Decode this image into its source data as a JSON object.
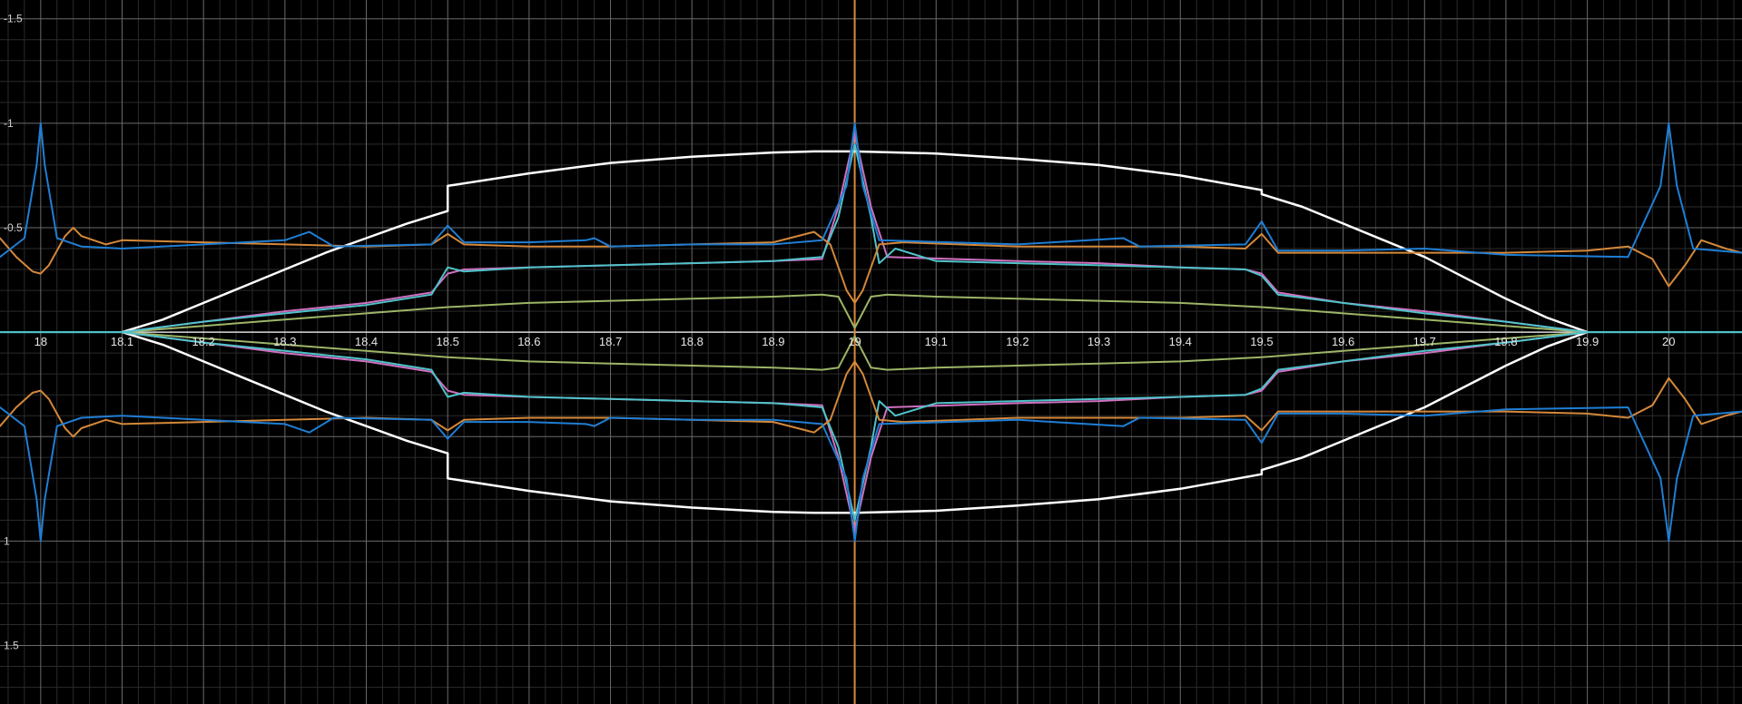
{
  "chart_data": {
    "type": "line",
    "title": "",
    "xlabel": "",
    "ylabel": "",
    "xlim": [
      17.95,
      20.09
    ],
    "ylim": [
      -1.78,
      1.59
    ],
    "grid": true,
    "x_ticks": [
      "18",
      "18.1",
      "18.2",
      "18.3",
      "18.4",
      "18.5",
      "18.6",
      "18.7",
      "18.8",
      "18.9",
      "19",
      "19.1",
      "19.2",
      "19.3",
      "19.4",
      "19.5",
      "19.6",
      "19.7",
      "19.8",
      "19.9",
      "20"
    ],
    "y_ticks": [
      "-1.5",
      "-1",
      "-0.5",
      "1",
      "1.5"
    ],
    "y_tick_values": [
      1.5,
      1,
      0.5,
      -1,
      -1.5
    ],
    "vertical_marker": {
      "x": 19,
      "color": "#d88a3c"
    },
    "colors": {
      "background": "#000000",
      "grid_minor": "#2b2b2b",
      "grid_major": "#6a6a6a",
      "axis": "#d8d8d8",
      "white": "#ffffff",
      "blue": "#1f7ed4",
      "orange": "#d4883a",
      "magenta": "#d070c0",
      "cyan": "#4fc3c9",
      "green": "#9cb566"
    },
    "series": [
      {
        "color": "white",
        "symmetric": true,
        "points": [
          [
            18.1,
            0.0
          ],
          [
            18.15,
            0.06
          ],
          [
            18.2,
            0.14
          ],
          [
            18.25,
            0.22
          ],
          [
            18.3,
            0.3
          ],
          [
            18.35,
            0.38
          ],
          [
            18.4,
            0.45
          ],
          [
            18.45,
            0.52
          ],
          [
            18.5,
            0.58
          ],
          [
            18.5,
            0.7
          ],
          [
            18.6,
            0.76
          ],
          [
            18.7,
            0.81
          ],
          [
            18.8,
            0.84
          ],
          [
            18.9,
            0.86
          ],
          [
            18.95,
            0.865
          ],
          [
            19.0,
            0.865
          ],
          [
            19.1,
            0.855
          ],
          [
            19.2,
            0.83
          ],
          [
            19.3,
            0.8
          ],
          [
            19.4,
            0.75
          ],
          [
            19.5,
            0.68
          ],
          [
            19.5,
            0.66
          ],
          [
            19.55,
            0.6
          ],
          [
            19.6,
            0.52
          ],
          [
            19.65,
            0.44
          ],
          [
            19.7,
            0.36
          ],
          [
            19.75,
            0.26
          ],
          [
            19.8,
            0.16
          ],
          [
            19.85,
            0.07
          ],
          [
            19.9,
            0.0
          ]
        ]
      },
      {
        "color": "orange",
        "symmetric": true,
        "points": [
          [
            17.95,
            0.45
          ],
          [
            17.97,
            0.36
          ],
          [
            17.99,
            0.29
          ],
          [
            18.0,
            0.28
          ],
          [
            18.01,
            0.32
          ],
          [
            18.03,
            0.46
          ],
          [
            18.04,
            0.5
          ],
          [
            18.05,
            0.46
          ],
          [
            18.08,
            0.42
          ],
          [
            18.1,
            0.44
          ],
          [
            18.2,
            0.43
          ],
          [
            18.3,
            0.42
          ],
          [
            18.4,
            0.41
          ],
          [
            18.48,
            0.42
          ],
          [
            18.5,
            0.47
          ],
          [
            18.52,
            0.42
          ],
          [
            18.6,
            0.41
          ],
          [
            18.7,
            0.41
          ],
          [
            18.8,
            0.42
          ],
          [
            18.9,
            0.43
          ],
          [
            18.95,
            0.48
          ],
          [
            18.97,
            0.42
          ],
          [
            18.99,
            0.2
          ],
          [
            19.0,
            0.14
          ],
          [
            19.01,
            0.2
          ],
          [
            19.03,
            0.42
          ],
          [
            19.06,
            0.43
          ],
          [
            19.2,
            0.41
          ],
          [
            19.3,
            0.41
          ],
          [
            19.4,
            0.41
          ],
          [
            19.48,
            0.4
          ],
          [
            19.5,
            0.47
          ],
          [
            19.52,
            0.38
          ],
          [
            19.6,
            0.38
          ],
          [
            19.7,
            0.38
          ],
          [
            19.8,
            0.38
          ],
          [
            19.9,
            0.39
          ],
          [
            19.95,
            0.41
          ],
          [
            19.98,
            0.35
          ],
          [
            20.0,
            0.22
          ],
          [
            20.02,
            0.32
          ],
          [
            20.04,
            0.44
          ],
          [
            20.07,
            0.4
          ],
          [
            20.09,
            0.38
          ]
        ]
      },
      {
        "color": "blue",
        "symmetric": true,
        "points": [
          [
            17.95,
            0.36
          ],
          [
            17.98,
            0.45
          ],
          [
            17.995,
            0.8
          ],
          [
            18.0,
            1.0
          ],
          [
            18.005,
            0.8
          ],
          [
            18.02,
            0.45
          ],
          [
            18.05,
            0.41
          ],
          [
            18.1,
            0.4
          ],
          [
            18.2,
            0.42
          ],
          [
            18.3,
            0.44
          ],
          [
            18.33,
            0.48
          ],
          [
            18.36,
            0.41
          ],
          [
            18.48,
            0.42
          ],
          [
            18.5,
            0.51
          ],
          [
            18.52,
            0.43
          ],
          [
            18.6,
            0.43
          ],
          [
            18.67,
            0.44
          ],
          [
            18.68,
            0.45
          ],
          [
            18.7,
            0.41
          ],
          [
            18.8,
            0.42
          ],
          [
            18.9,
            0.42
          ],
          [
            18.96,
            0.44
          ],
          [
            18.99,
            0.7
          ],
          [
            19.0,
            1.0
          ],
          [
            19.01,
            0.7
          ],
          [
            19.03,
            0.44
          ],
          [
            19.2,
            0.42
          ],
          [
            19.33,
            0.45
          ],
          [
            19.35,
            0.41
          ],
          [
            19.48,
            0.42
          ],
          [
            19.5,
            0.53
          ],
          [
            19.52,
            0.39
          ],
          [
            19.6,
            0.39
          ],
          [
            19.7,
            0.4
          ],
          [
            19.8,
            0.37
          ],
          [
            19.95,
            0.36
          ],
          [
            19.99,
            0.7
          ],
          [
            20.0,
            1.0
          ],
          [
            20.01,
            0.7
          ],
          [
            20.03,
            0.4
          ],
          [
            20.09,
            0.38
          ]
        ]
      },
      {
        "color": "magenta",
        "symmetric": true,
        "points": [
          [
            18.1,
            0.0
          ],
          [
            18.2,
            0.05
          ],
          [
            18.3,
            0.1
          ],
          [
            18.4,
            0.14
          ],
          [
            18.48,
            0.19
          ],
          [
            18.5,
            0.28
          ],
          [
            18.52,
            0.3
          ],
          [
            18.6,
            0.31
          ],
          [
            18.7,
            0.32
          ],
          [
            18.8,
            0.33
          ],
          [
            18.9,
            0.34
          ],
          [
            18.96,
            0.35
          ],
          [
            18.98,
            0.6
          ],
          [
            19.0,
            0.95
          ],
          [
            19.02,
            0.6
          ],
          [
            19.04,
            0.36
          ],
          [
            19.2,
            0.34
          ],
          [
            19.3,
            0.33
          ],
          [
            19.4,
            0.31
          ],
          [
            19.48,
            0.3
          ],
          [
            19.5,
            0.28
          ],
          [
            19.52,
            0.19
          ],
          [
            19.6,
            0.14
          ],
          [
            19.7,
            0.1
          ],
          [
            19.8,
            0.05
          ],
          [
            19.9,
            0.0
          ]
        ]
      },
      {
        "color": "cyan",
        "symmetric": true,
        "points": [
          [
            17.95,
            0.0
          ],
          [
            18.1,
            0.0
          ],
          [
            18.2,
            0.05
          ],
          [
            18.3,
            0.09
          ],
          [
            18.4,
            0.13
          ],
          [
            18.48,
            0.18
          ],
          [
            18.5,
            0.31
          ],
          [
            18.52,
            0.29
          ],
          [
            18.6,
            0.31
          ],
          [
            18.7,
            0.32
          ],
          [
            18.8,
            0.33
          ],
          [
            18.9,
            0.34
          ],
          [
            18.96,
            0.36
          ],
          [
            18.98,
            0.55
          ],
          [
            19.0,
            0.9
          ],
          [
            19.02,
            0.55
          ],
          [
            19.03,
            0.33
          ],
          [
            19.05,
            0.4
          ],
          [
            19.1,
            0.34
          ],
          [
            19.2,
            0.33
          ],
          [
            19.3,
            0.32
          ],
          [
            19.4,
            0.31
          ],
          [
            19.48,
            0.3
          ],
          [
            19.5,
            0.27
          ],
          [
            19.52,
            0.18
          ],
          [
            19.6,
            0.14
          ],
          [
            19.7,
            0.09
          ],
          [
            19.8,
            0.05
          ],
          [
            19.9,
            0.0
          ],
          [
            20.09,
            0.0
          ]
        ]
      },
      {
        "color": "green",
        "symmetric": true,
        "points": [
          [
            18.1,
            0.0
          ],
          [
            18.2,
            0.03
          ],
          [
            18.3,
            0.06
          ],
          [
            18.4,
            0.09
          ],
          [
            18.5,
            0.12
          ],
          [
            18.6,
            0.14
          ],
          [
            18.7,
            0.15
          ],
          [
            18.8,
            0.16
          ],
          [
            18.9,
            0.17
          ],
          [
            18.96,
            0.18
          ],
          [
            18.98,
            0.17
          ],
          [
            19.0,
            0.02
          ],
          [
            19.02,
            0.17
          ],
          [
            19.04,
            0.18
          ],
          [
            19.1,
            0.17
          ],
          [
            19.2,
            0.16
          ],
          [
            19.3,
            0.15
          ],
          [
            19.4,
            0.14
          ],
          [
            19.5,
            0.12
          ],
          [
            19.6,
            0.09
          ],
          [
            19.7,
            0.06
          ],
          [
            19.8,
            0.03
          ],
          [
            19.9,
            0.0
          ]
        ]
      }
    ]
  }
}
